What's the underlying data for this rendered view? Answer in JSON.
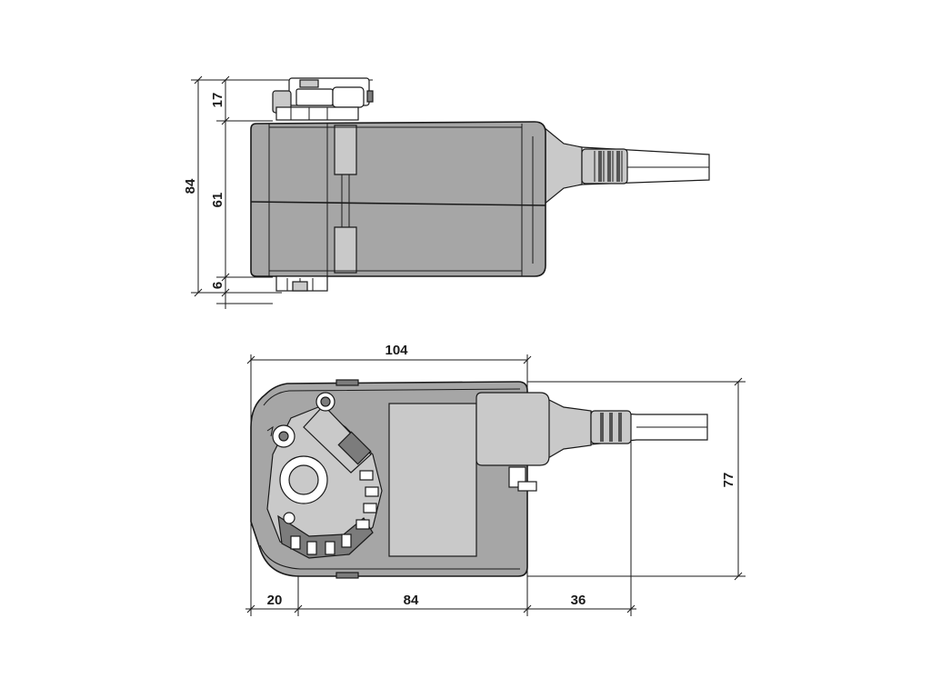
{
  "diagram": {
    "side_view": {
      "dimensions": {
        "total_height": "84",
        "clamp_height": "17",
        "body_height": "61",
        "base_height": "6"
      }
    },
    "top_view": {
      "dimensions": {
        "total_width": "104",
        "depth": "77",
        "spindle_offset": "20",
        "spindle_to_housing_end": "84",
        "cable_exit": "36"
      }
    },
    "colors": {
      "housing": "#a6a6a6",
      "housing_light": "#c9c9c9",
      "housing_dark": "#7c7c7c",
      "line": "#1a1a1a"
    }
  }
}
